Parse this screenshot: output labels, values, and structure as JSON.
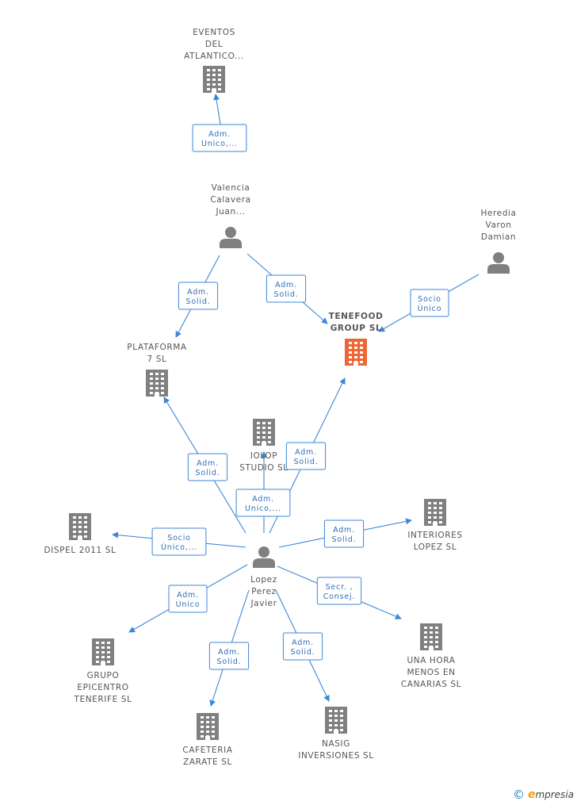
{
  "colors": {
    "edge": "#3d86d8",
    "node_default": "#808080",
    "node_main": "#ee6633"
  },
  "nodes": [
    {
      "id": "eventos",
      "type": "company",
      "label": [
        "EVENTOS",
        "DEL",
        "ATLANTICO..."
      ]
    },
    {
      "id": "valencia",
      "type": "person",
      "label": [
        "Valencia",
        "Calavera",
        "Juan..."
      ]
    },
    {
      "id": "heredia",
      "type": "person",
      "label": [
        "Heredia",
        "Varon",
        "Damian"
      ]
    },
    {
      "id": "tenefood",
      "type": "company",
      "main": true,
      "label": [
        "TENEFOOD",
        "GROUP  SL"
      ]
    },
    {
      "id": "plataforma",
      "type": "company",
      "label": [
        "PLATAFORMA",
        "7 SL"
      ]
    },
    {
      "id": "iolop",
      "type": "company",
      "label": [
        "IOLOP",
        "STUDIO  SL"
      ]
    },
    {
      "id": "dispel",
      "type": "company",
      "label": [
        "DISPEL 2011 SL"
      ]
    },
    {
      "id": "interiores",
      "type": "company",
      "label": [
        "INTERIORES",
        "LOPEZ SL"
      ]
    },
    {
      "id": "lopez",
      "type": "person",
      "label": [
        "Lopez",
        "Perez",
        "Javier"
      ]
    },
    {
      "id": "grupo",
      "type": "company",
      "label": [
        "GRUPO",
        "EPICENTRO",
        "TENERIFE SL"
      ]
    },
    {
      "id": "unahora",
      "type": "company",
      "label": [
        "UNA HORA",
        "MENOS EN",
        "CANARIAS SL"
      ]
    },
    {
      "id": "cafeteria",
      "type": "company",
      "label": [
        "CAFETERIA",
        "ZARATE SL"
      ]
    },
    {
      "id": "nasig",
      "type": "company",
      "label": [
        "NASIG",
        "INVERSIONES SL"
      ]
    }
  ],
  "edges": [
    {
      "from": "valencia",
      "to": "eventos",
      "label": [
        "Adm.",
        "Unico,..."
      ]
    },
    {
      "from": "valencia",
      "to": "plataforma",
      "label": [
        "Adm.",
        "Solid."
      ]
    },
    {
      "from": "valencia",
      "to": "tenefood",
      "label": [
        "Adm.",
        "Solid."
      ]
    },
    {
      "from": "heredia",
      "to": "tenefood",
      "label": [
        "Socio",
        "Único"
      ]
    },
    {
      "from": "lopez",
      "to": "plataforma",
      "label": [
        "Adm.",
        "Solid."
      ]
    },
    {
      "from": "lopez",
      "to": "tenefood",
      "label": [
        "Adm.",
        "Solid."
      ]
    },
    {
      "from": "lopez",
      "to": "iolop",
      "label": [
        "Adm.",
        "Unico,..."
      ]
    },
    {
      "from": "lopez",
      "to": "dispel",
      "label": [
        "Socio",
        "Único,..."
      ]
    },
    {
      "from": "lopez",
      "to": "interiores",
      "label": [
        "Adm.",
        "Solid."
      ]
    },
    {
      "from": "lopez",
      "to": "grupo",
      "label": [
        "Adm.",
        "Unico"
      ]
    },
    {
      "from": "lopez",
      "to": "unahora",
      "label": [
        "Secr. ,",
        "Consej."
      ]
    },
    {
      "from": "lopez",
      "to": "cafeteria",
      "label": [
        "Adm.",
        "Solid."
      ]
    },
    {
      "from": "lopez",
      "to": "nasig",
      "label": [
        "Adm.",
        "Solid."
      ]
    }
  ],
  "footer": {
    "copyright_symbol": "©",
    "brand_initial": "e",
    "brand_rest": "mpresia"
  }
}
